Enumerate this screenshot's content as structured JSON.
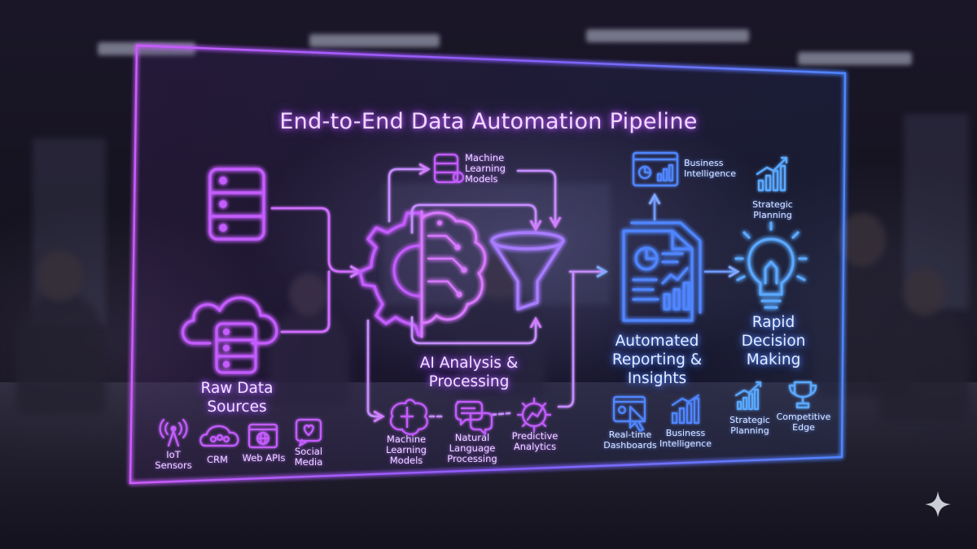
{
  "diagram": {
    "title": "End-to-End Data Automation Pipeline",
    "stages": {
      "raw_data_sources": {
        "label": [
          "Raw Data",
          "Sources"
        ],
        "items": [
          {
            "label": [
              "IoT",
              "Sensors"
            ],
            "icon": "iot-sensor-icon"
          },
          {
            "label": [
              "CRM"
            ],
            "icon": "crm-users-icon"
          },
          {
            "label": [
              "Web APIs"
            ],
            "icon": "web-api-icon"
          },
          {
            "label": [
              "Social",
              "Media"
            ],
            "icon": "social-media-icon"
          }
        ]
      },
      "ai_analysis": {
        "label": [
          "AI Analysis &",
          "Processing"
        ],
        "top_item": {
          "label": [
            "Machine",
            "Learning",
            "Models"
          ],
          "icon": "database-icon"
        },
        "items": [
          {
            "label": [
              "Machine",
              "Learning",
              "Models"
            ],
            "icon": "brain-icon"
          },
          {
            "label": [
              "Natural",
              "Language",
              "Processing"
            ],
            "icon": "chat-bubbles-icon"
          },
          {
            "label": [
              "Predictive",
              "Analytics"
            ],
            "icon": "gear-chart-icon"
          }
        ]
      },
      "automated_reporting": {
        "label": [
          "Automated",
          "Reporting &",
          "Insights"
        ],
        "top_item": {
          "label": [
            "Business",
            "Intelligence"
          ],
          "icon": "dashboard-icon"
        },
        "items": [
          {
            "label": [
              "Real-time",
              "Dashboards"
            ],
            "icon": "dashboard-click-icon"
          },
          {
            "label": [
              "Business",
              "Intelligence"
            ],
            "icon": "bar-chart-icon"
          }
        ]
      },
      "rapid_decision": {
        "label": [
          "Rapid",
          "Decision",
          "Making"
        ],
        "top_item": {
          "label": [
            "Strategic",
            "Planning"
          ],
          "icon": "growth-chart-icon"
        },
        "items": [
          {
            "label": [
              "Strategic",
              "Planning"
            ],
            "icon": "growth-chart-icon"
          },
          {
            "label": [
              "Competitive",
              "Edge"
            ],
            "icon": "trophy-icon"
          }
        ]
      }
    },
    "colors": {
      "violet": "#c45cff",
      "magenta": "#d86bff",
      "blue": "#4f86ff",
      "cyan_blue": "#5aa8ff"
    }
  }
}
